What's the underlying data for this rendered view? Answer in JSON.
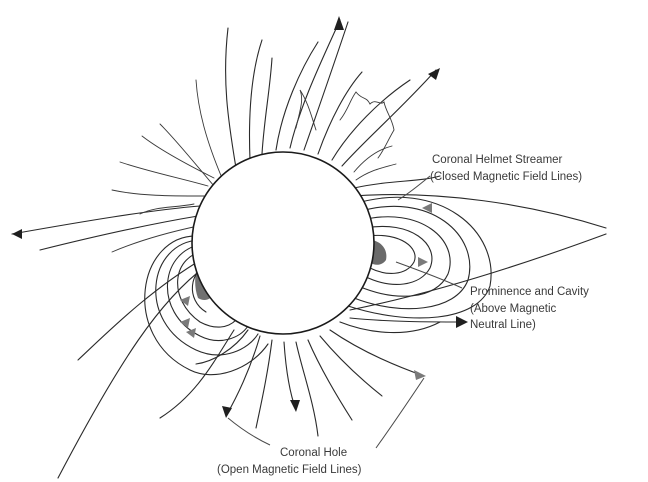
{
  "labels": {
    "helmet_streamer_line1": "Coronal Helmet Streamer",
    "helmet_streamer_line2": "(Closed Magnetic Field Lines)",
    "prominence_line1": "Prominence and Cavity",
    "prominence_line2": "(Above Magnetic",
    "prominence_line3": "Neutral Line)",
    "coronal_hole_line1": "Coronal Hole",
    "coronal_hole_line2": "(Open Magnetic Field Lines)"
  },
  "colors": {
    "line": "#2a2a2a",
    "sun_fill": "#ffffff",
    "prominence": "#707070",
    "arrow_grey": "#7a7a7a",
    "arrow_dark": "#1f1f1f",
    "text": "#3a3a3a"
  }
}
